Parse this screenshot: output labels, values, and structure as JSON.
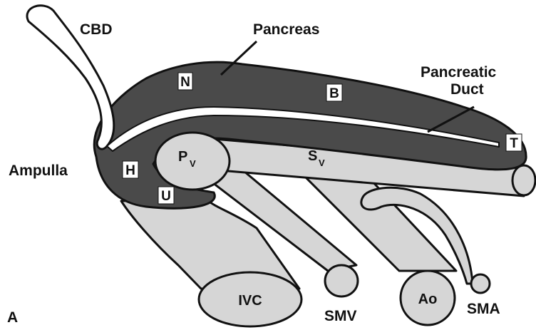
{
  "figure_letter": "A",
  "labels": {
    "cbd": "CBD",
    "pancreas": "Pancreas",
    "pancreatic_duct_line1": "Pancreatic",
    "pancreatic_duct_line2": "Duct",
    "ampulla": "Ampulla",
    "neck": "N",
    "body": "B",
    "tail": "T",
    "head": "H",
    "uncinate": "U",
    "portal_vein_main": "P",
    "portal_vein_sub": "V",
    "splenic_vein_main": "S",
    "splenic_vein_sub": "V",
    "ivc": "IVC",
    "smv": "SMV",
    "aorta": "Ao",
    "sma": "SMA"
  },
  "colors": {
    "pancreas_fill": "#4a4a4a",
    "vessel_fill": "#d6d6d6",
    "duct_fill": "#ffffff",
    "outline": "#111111",
    "label_box": "#ffffff"
  }
}
